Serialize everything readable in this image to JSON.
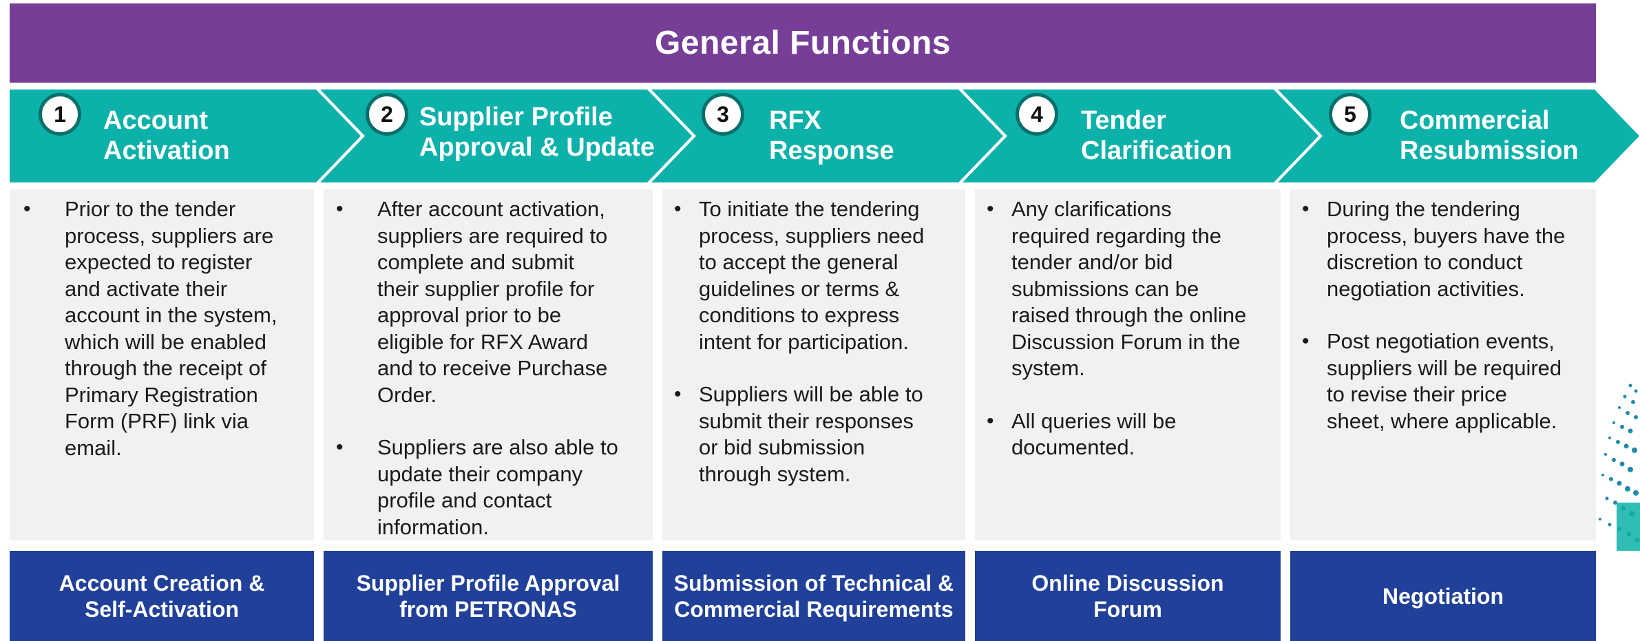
{
  "title": "General Functions",
  "colors": {
    "title_bg": "#763e97",
    "chevron_bg": "#0cb1a9",
    "number_ring": "#0a6f6a",
    "body_bg": "#f1f1f1",
    "footer_bg": "#20409a"
  },
  "steps": [
    {
      "number": "1",
      "title": "Account\nActivation",
      "bullets": [
        "Prior to the tender\nprocess, suppliers are\nexpected to register\nand activate their\naccount in the system,\nwhich will be enabled\nthrough the receipt of\nPrimary Registration\nForm (PRF) link via\nemail."
      ],
      "footer": "Account Creation &\nSelf-Activation"
    },
    {
      "number": "2",
      "title": "Supplier Profile\nApproval & Update",
      "bullets": [
        "After account activation,\nsuppliers are required to\ncomplete and submit\ntheir supplier profile for\napproval  prior to be\neligible for RFX Award\nand to receive Purchase\nOrder.",
        "Suppliers are also able to\nupdate their company\nprofile and contact\ninformation."
      ],
      "footer": "Supplier Profile Approval\nfrom PETRONAS"
    },
    {
      "number": "3",
      "title": "RFX\nResponse",
      "bullets": [
        "To initiate the tendering\nprocess, suppliers need\nto accept the general\nguidelines or terms &\nconditions to express\nintent for participation.",
        "Suppliers will be able to\nsubmit their responses\nor bid submission\nthrough system."
      ],
      "footer": "Submission of Technical &\nCommercial Requirements"
    },
    {
      "number": "4",
      "title": "Tender\nClarification",
      "bullets": [
        "Any clarifications\nrequired regarding the\ntender and/or bid\nsubmissions can be\nraised through the online\nDiscussion Forum in the\nsystem.",
        "All queries will be\ndocumented."
      ],
      "footer": "Online Discussion\nForum"
    },
    {
      "number": "5",
      "title": "Commercial\nResubmission",
      "bullets": [
        "During the tendering\nprocess, buyers have the\ndiscretion to conduct\nnegotiation activities.",
        "Post negotiation events,\nsuppliers will be required\nto revise their price\nsheet, where applicable."
      ],
      "footer": "Negotiation"
    }
  ],
  "bullet_glyph": "•"
}
